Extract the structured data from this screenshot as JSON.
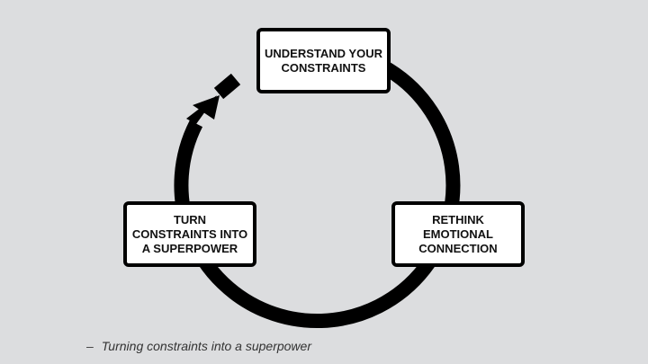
{
  "diagram": {
    "steps": [
      {
        "label": "UNDERSTAND YOUR\nCONSTRAINTS"
      },
      {
        "label": "RETHINK\nEMOTIONAL\nCONNECTION"
      },
      {
        "label": "TURN\nCONSTRAINTS INTO\nA SUPERPOWER"
      }
    ]
  },
  "caption": {
    "dash": "–",
    "text": "Turning constraints into a superpower"
  },
  "colors": {
    "background": "#dcdddf",
    "ring": "#000000",
    "box_fill": "#ffffff",
    "box_border": "#000000"
  }
}
